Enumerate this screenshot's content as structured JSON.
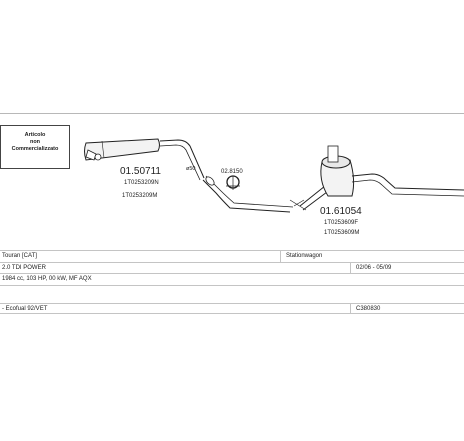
{
  "note": {
    "lines": [
      "Articolo",
      "non",
      "Commercializzato"
    ]
  },
  "parts": [
    {
      "number": "01.50711",
      "codes": [
        "1T0253209N",
        "1T0253209M"
      ]
    },
    {
      "number": "01.61054",
      "codes": [
        "1T0253609F",
        "1T0253609M"
      ]
    },
    {
      "number": "02.8150"
    },
    {
      "number": "ø50"
    }
  ],
  "table": {
    "model": "Touran  [CAT]",
    "body": "Stationwagon",
    "engine": "2.0 TDI POWER",
    "years": "02/06 - 05/09",
    "specs": "1984 cc, 103 HP, 00 kW, MF AQX",
    "emission": "- Ecofual 92/VET",
    "catalog_code": "C380830"
  }
}
